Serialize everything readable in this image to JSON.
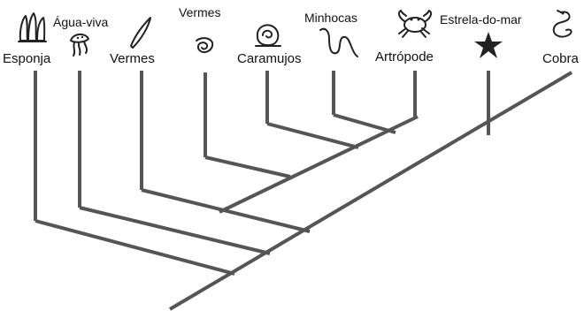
{
  "diagram": {
    "type": "cladogram",
    "line_color": "#555555",
    "taxa": [
      {
        "id": "esponja",
        "label": "Esponja",
        "icon": "sponge-icon"
      },
      {
        "id": "agua-viva",
        "label": "Água-viva",
        "icon": "jellyfish-icon"
      },
      {
        "id": "vermes-1",
        "label": "Vermes",
        "icon": "flatworm-icon"
      },
      {
        "id": "vermes-2",
        "label": "Vermes",
        "icon": "roundworm-icon"
      },
      {
        "id": "caramujos",
        "label": "Caramujos",
        "icon": "snail-icon"
      },
      {
        "id": "minhocas",
        "label": "Minhocas",
        "icon": "earthworm-icon"
      },
      {
        "id": "artropode",
        "label": "Artrópode",
        "icon": "crab-icon"
      },
      {
        "id": "estrela-do-mar",
        "label": "Estrela-do-mar",
        "icon": "starfish-icon"
      },
      {
        "id": "cobra",
        "label": "Cobra",
        "icon": "snake-icon"
      }
    ]
  }
}
